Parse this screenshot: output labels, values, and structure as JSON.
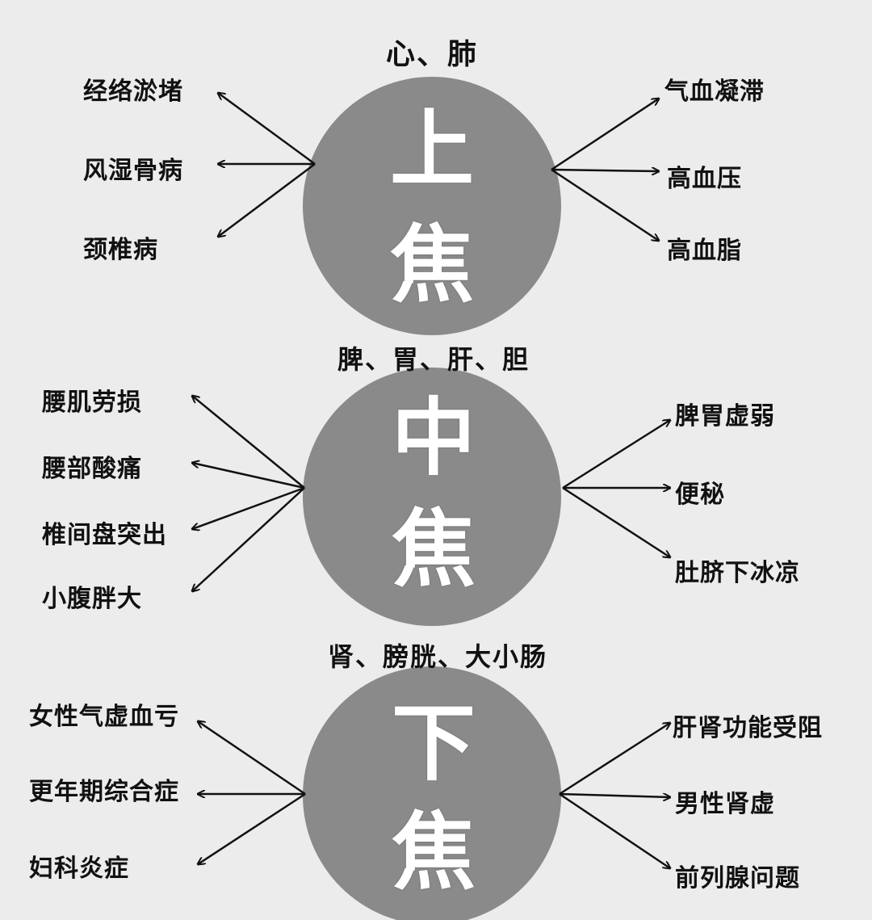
{
  "diagram": {
    "sections": [
      {
        "organs": "心、肺",
        "char1": "上",
        "char2": "焦",
        "left": [
          "经络淤堵",
          "风湿骨病",
          "颈椎病"
        ],
        "right": [
          "气血凝滞",
          "高血压",
          "高血脂"
        ]
      },
      {
        "organs": "脾、胃、肝、胆",
        "char1": "中",
        "char2": "焦",
        "left": [
          "腰肌劳损",
          "腰部酸痛",
          "椎间盘突出",
          "小腹胖大"
        ],
        "right": [
          "脾胃虚弱",
          "便秘",
          "肚脐下冰凉"
        ]
      },
      {
        "organs": "肾、膀胱、大小肠",
        "char1": "下",
        "char2": "焦",
        "left": [
          "女性气虚血亏",
          "更年期综合症",
          "妇科炎症"
        ],
        "right": [
          "肝肾功能受阻",
          "男性肾虚",
          "前列腺问题"
        ]
      }
    ],
    "colors": {
      "background": "#ececec",
      "circle": "#8a8a8a",
      "arrow": "#111111",
      "text": "#111111",
      "circle_text": "#ffffff"
    }
  }
}
